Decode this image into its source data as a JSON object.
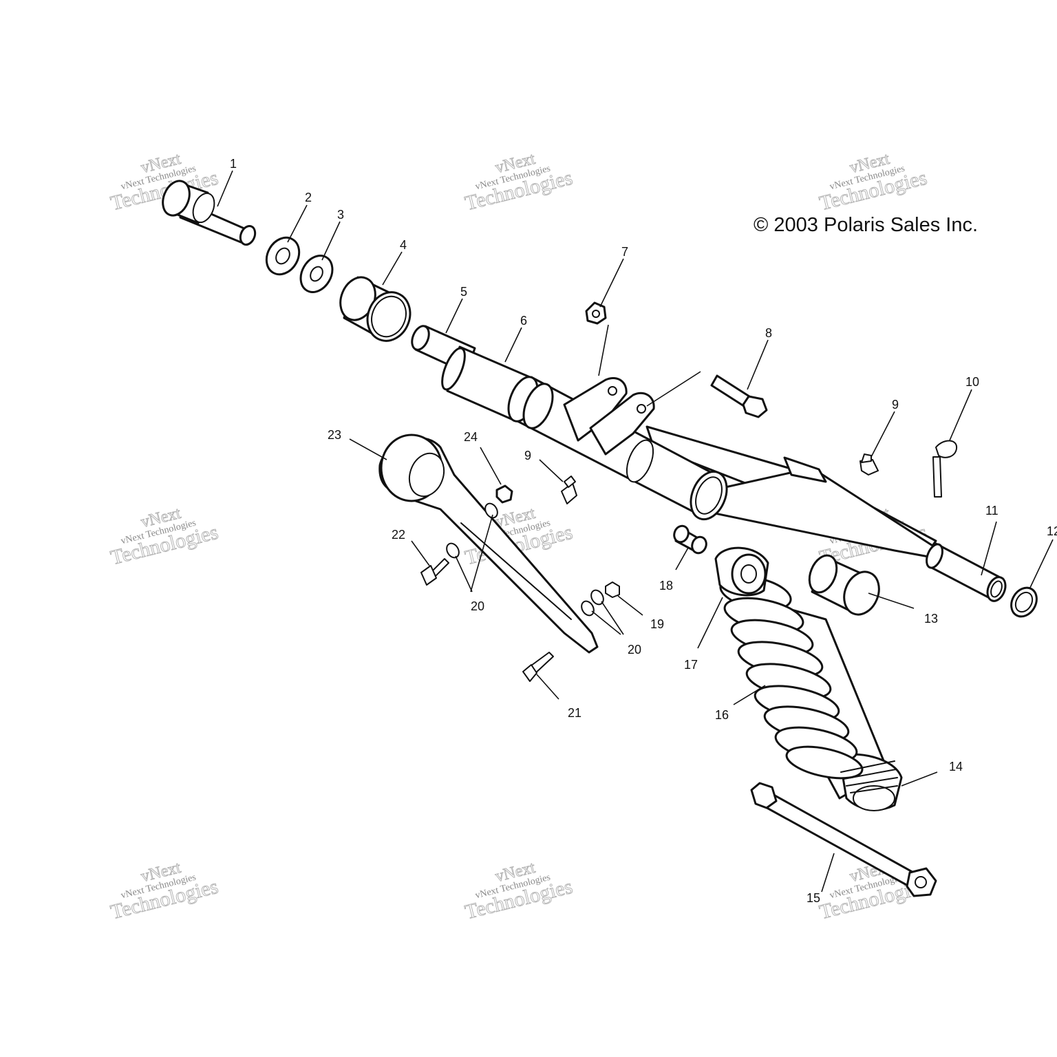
{
  "diagram": {
    "copyright": "© 2003 Polaris Sales Inc.",
    "watermark": {
      "line_small": "vNext Technologies",
      "line_top": "vNext",
      "line_bottom": "Technologies"
    },
    "callouts": {
      "c1": "1",
      "c2": "2",
      "c3": "3",
      "c4": "4",
      "c5": "5",
      "c6": "6",
      "c7": "7",
      "c8": "8",
      "c9a": "9",
      "c9b": "9",
      "c10": "10",
      "c11": "11",
      "c12": "12",
      "c13": "13",
      "c14": "14",
      "c15": "15",
      "c16": "16",
      "c17": "17",
      "c18": "18",
      "c19": "19",
      "c20a": "20",
      "c20b": "20",
      "c21": "21",
      "c22": "22",
      "c23": "23",
      "c24": "24"
    }
  }
}
